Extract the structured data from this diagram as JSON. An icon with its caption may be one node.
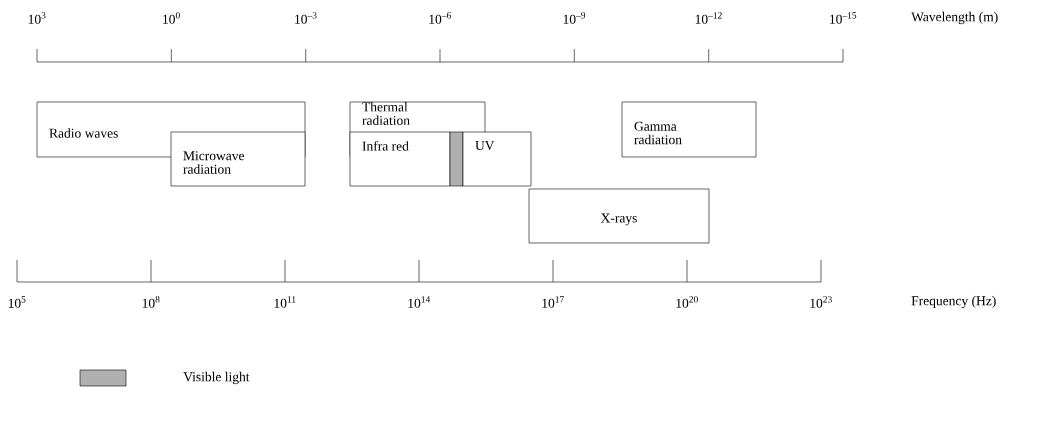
{
  "diagram": {
    "nodes": [
      {
        "text": [
          "Radio waves"
        ]
      },
      {
        "text": [
          "Thermal radiation"
        ]
      },
      {
        "text": [
          "Gamma radiation"
        ]
      },
      {
        "text": [
          "Microwave radiation"
        ]
      },
      {
        "text": [
          "Infra red"
        ]
      },
      {
        "text": [],
        "shape": "bar"
      },
      {
        "text": [
          "UV"
        ]
      },
      {
        "text": [
          "X-rays"
        ]
      }
    ],
    "edges": [],
    "labels": [
      "10$^{3}$",
      "10$^{0}$",
      "10$^{–3}$",
      "10$^{–6}$",
      "10$^{–9}$",
      "10$^{–12}$",
      "10$^{–15}$",
      "Wavelength (m)",
      "10$^{5}$",
      "10$^{8}$",
      "10$^{11}$",
      "10$^{14}$",
      "10$^{17}$",
      "10$^{20}$",
      "10$^{23}$",
      "Frequency (Hz)"
    ],
    "legend": [
      {
        "text": "Visible light",
        "color": "#b0b0b0"
      }
    ]
  }
}
